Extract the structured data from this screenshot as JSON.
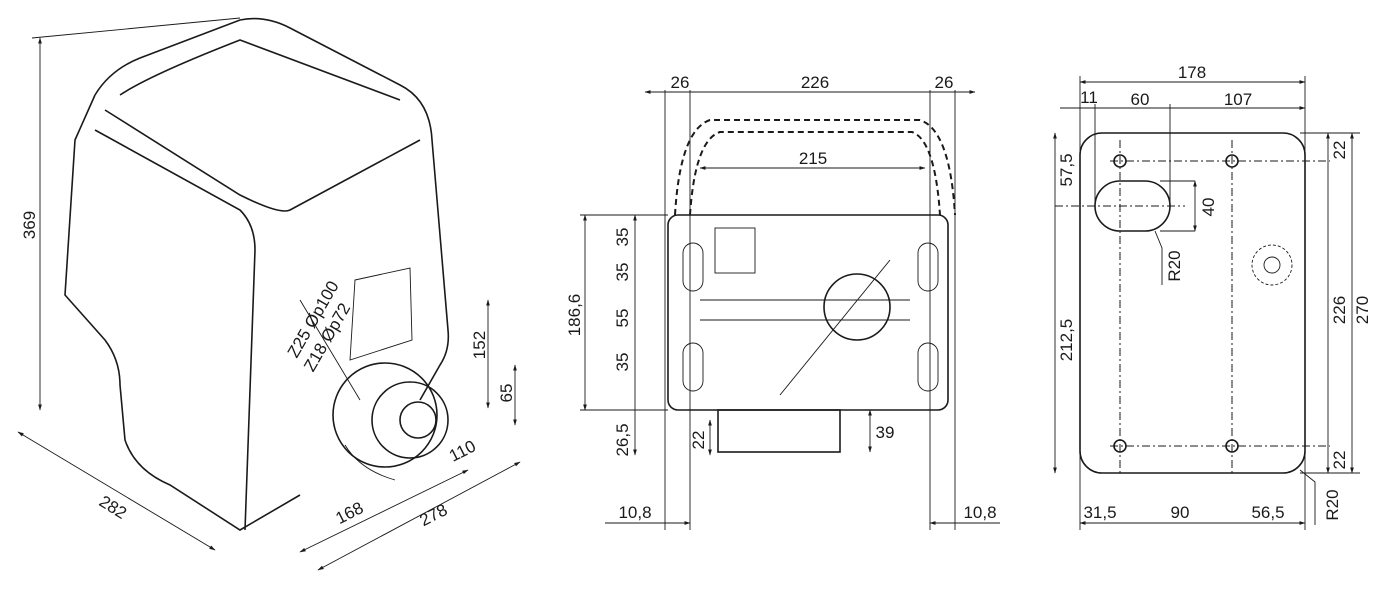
{
  "isometric_view": {
    "height": "369",
    "depth": "282",
    "gear_offset": "168",
    "length": "278",
    "gear_to_edge": "110",
    "gear_top_height": "152",
    "gear_center_height": "65",
    "gear_z25": "Z25 Øp100",
    "gear_z18": "Z18 Øp72"
  },
  "front_view": {
    "left_margin_top": "26",
    "width_total": "226",
    "right_margin_top": "26",
    "inner_width": "215",
    "height": "186,6",
    "slot_1": "35",
    "slot_2": "35",
    "slot_gap": "55",
    "slot_3": "35",
    "bottom_gap": "26,5",
    "pinion_offset": "22",
    "pinion_height": "39",
    "left_margin_bottom": "10,8",
    "right_margin_bottom": "10,8"
  },
  "base_plate": {
    "width": "178",
    "edge_offset": "11",
    "slot_width": "60",
    "slot_to_edge": "107",
    "slot_center_from_top": "57,5",
    "slot_center_to_bottom": "212,5",
    "slot_height": "40",
    "slot_radius": "R20",
    "top_hole_offset": "22",
    "hole_spacing_vertical": "226",
    "height": "270",
    "bottom_hole_offset": "22",
    "left_hole_offset": "31,5",
    "hole_spacing_horizontal": "90",
    "right_hole_offset": "56,5",
    "corner_radius": "R20"
  }
}
